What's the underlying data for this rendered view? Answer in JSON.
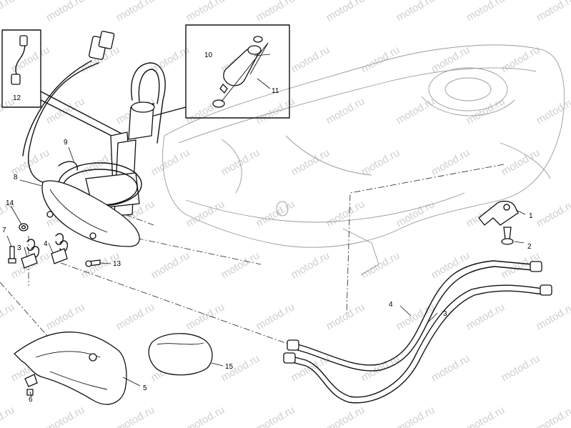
{
  "watermark": "motod.ru",
  "callouts": [
    "1",
    "2",
    "3",
    "4",
    "5",
    "6",
    "7",
    "8",
    "9",
    "10",
    "11",
    "12",
    "13",
    "14",
    "15"
  ],
  "colors": {
    "line": "#111111",
    "ghost_outline": "#9a9a9a",
    "watermark": "#cfcfcf",
    "background": "#ffffff"
  }
}
